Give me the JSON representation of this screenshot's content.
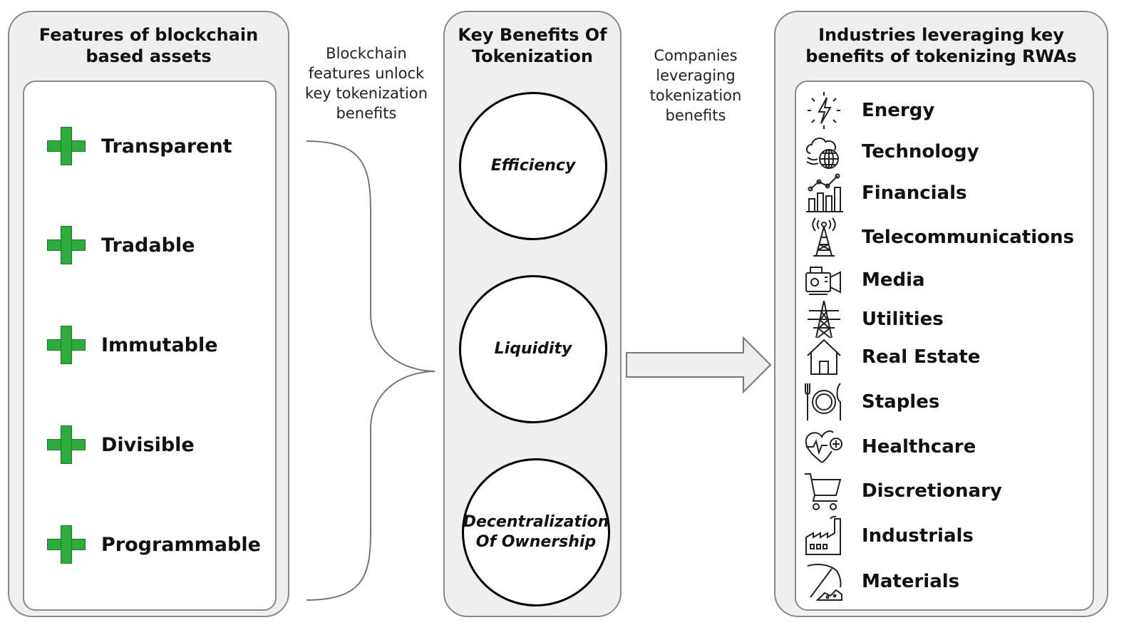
{
  "features_panel": {
    "title_line1": "Features of blockchain",
    "title_line2": "based assets",
    "items": [
      "Transparent",
      "Tradable",
      "Immutable",
      "Divisible",
      "Programmable"
    ]
  },
  "note_left": {
    "lines": [
      "Blockchain",
      "features unlock",
      "key tokenization",
      "benefits"
    ]
  },
  "benefits_panel": {
    "title_line1": "Key Benefits Of",
    "title_line2": "Tokenization",
    "circles": [
      {
        "line1": "Efficiency",
        "line2": ""
      },
      {
        "line1": "Liquidity",
        "line2": ""
      },
      {
        "line1": "Decentralization",
        "line2": "Of Ownership"
      }
    ]
  },
  "note_right": {
    "lines": [
      "Companies",
      "leveraging",
      "tokenization",
      "benefits"
    ]
  },
  "industries_panel": {
    "title_line1": "Industries leveraging key",
    "title_line2": "benefits of tokenizing RWAs",
    "items": [
      {
        "label": "Energy",
        "icon": "lightning-icon"
      },
      {
        "label": "Technology",
        "icon": "globe-cloud-icon"
      },
      {
        "label": "Financials",
        "icon": "bar-chart-icon"
      },
      {
        "label": "Telecommunications",
        "icon": "antenna-tower-icon"
      },
      {
        "label": "Media",
        "icon": "video-camera-icon"
      },
      {
        "label": "Utilities",
        "icon": "power-pylon-icon"
      },
      {
        "label": "Real Estate",
        "icon": "house-icon"
      },
      {
        "label": "Staples",
        "icon": "plate-cutlery-icon"
      },
      {
        "label": "Healthcare",
        "icon": "heart-pulse-icon"
      },
      {
        "label": "Discretionary",
        "icon": "shopping-cart-icon"
      },
      {
        "label": "Industrials",
        "icon": "factory-icon"
      },
      {
        "label": "Materials",
        "icon": "pickaxe-icon"
      }
    ]
  },
  "colors": {
    "plus_green": "#2dab3c",
    "panel_fill": "#efefef",
    "panel_border": "#8a8a8a"
  }
}
